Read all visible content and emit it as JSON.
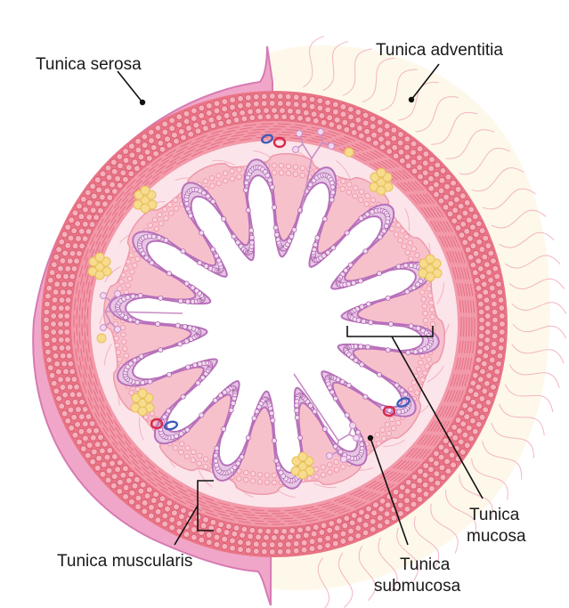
{
  "labels": {
    "serosa": "Tunica serosa",
    "adventitia": "Tunica adventitia",
    "mucosa_line1": "Tunica",
    "mucosa_line2": "mucosa",
    "submucosa_line1": "Tunica",
    "submucosa_line2": "submucosa",
    "muscularis": "Tunica muscularis"
  },
  "colors": {
    "serosa": "#d77ab4",
    "muscle_outer": "#e97486",
    "muscle_light": "#f5a7b3",
    "muscle_cells": "#f09aa8",
    "submucosa": "#fbe4ea",
    "mucosa_cells": "#f1a2b0",
    "epithelium": "#b870ba",
    "epithelium_light": "#e6c6e4",
    "adventitia": "#fbe1e8",
    "adventitia_bg": "#fdf8ea",
    "fat": "#f7dc8e",
    "vessel_red": "#d8294b",
    "vessel_blue": "#3e5bb7",
    "leader": "#111111"
  },
  "icons": [
    "fat-cells-icon",
    "blood-vessel-icon",
    "gland-icon"
  ]
}
